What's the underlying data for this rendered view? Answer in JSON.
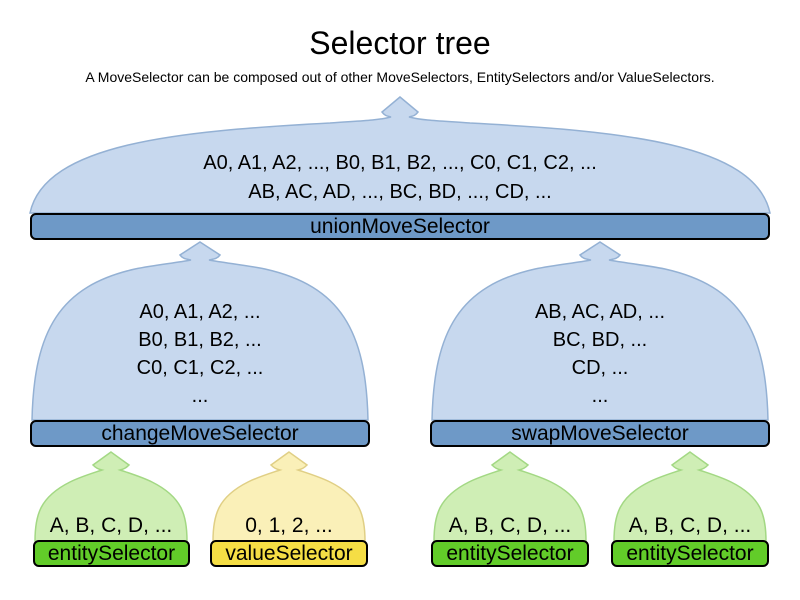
{
  "title": "Selector tree",
  "subtitle": "A MoveSelector can be composed out of other MoveSelectors, EntitySelectors and/or ValueSelectors.",
  "union_selector": {
    "lines": [
      "A0, A1, A2, ..., B0, B1, B2, ..., C0, C1, C2, ...",
      "AB, AC, AD, ..., BC, BD, ..., CD, ..."
    ],
    "label": "unionMoveSelector"
  },
  "change_selector": {
    "lines": [
      "A0, A1, A2, ...",
      "B0, B1, B2, ...",
      "C0, C1, C2, ...",
      "..."
    ],
    "label": "changeMoveSelector"
  },
  "swap_selector": {
    "lines": [
      "AB, AC, AD, ...",
      "BC, BD, ...",
      "CD, ...",
      "..."
    ],
    "label": "swapMoveSelector"
  },
  "leaf_selectors": [
    {
      "items": "A, B, C, D, ...",
      "label": "entitySelector"
    },
    {
      "items": "0, 1, 2, ...",
      "label": "valueSelector"
    },
    {
      "items": "A, B, C, D, ...",
      "label": "entitySelector"
    },
    {
      "items": "A, B, C, D, ...",
      "label": "entitySelector"
    }
  ],
  "colors": {
    "text": "#000000",
    "funnel_blue": "#c7d8ee",
    "funnel_blue_border": "#94b1d4",
    "bar_blue": "#6e99c7",
    "funnel_green": "#cfeeb5",
    "funnel_green_border": "#a3d884",
    "bar_green": "#62cc29",
    "funnel_yellow": "#faf0b8",
    "funnel_yellow_border": "#e0cf85",
    "bar_yellow": "#f5de45",
    "bar_border": "#000000"
  }
}
